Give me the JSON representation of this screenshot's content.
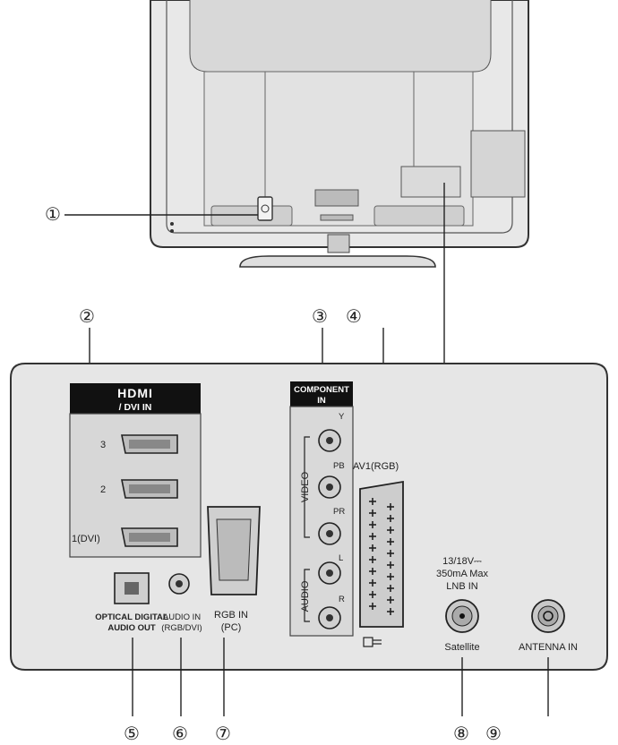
{
  "callouts": {
    "c1": "①",
    "c2": "②",
    "c3": "③",
    "c4": "④",
    "c5": "⑤",
    "c6": "⑥",
    "c7": "⑦",
    "c8": "⑧",
    "c9": "⑨"
  },
  "hdmi": {
    "logo": "HDMI",
    "subtitle": "/ DVI IN",
    "port3": "3",
    "port2": "2",
    "port1": "1(DVI)"
  },
  "component": {
    "header_line1": "COMPONENT",
    "header_line2": "IN",
    "y": "Y",
    "pb": "PB",
    "pr": "PR",
    "l": "L",
    "r": "R",
    "video": "VIDEO",
    "audio": "AUDIO"
  },
  "av1": "AV1(RGB)",
  "lnb": {
    "line1": "13/18V⎓",
    "line2": "350mA Max",
    "line3": "LNB IN"
  },
  "satellite": "Satellite",
  "antenna": "ANTENNA IN",
  "optical": {
    "line1": "OPTICAL DIGITAL",
    "line2": "AUDIO OUT"
  },
  "audio_in": {
    "line1": "AUDIO IN",
    "line2": "(RGB/DVI)"
  },
  "rgb_in": {
    "line1": "RGB IN",
    "line2": "(PC)"
  }
}
